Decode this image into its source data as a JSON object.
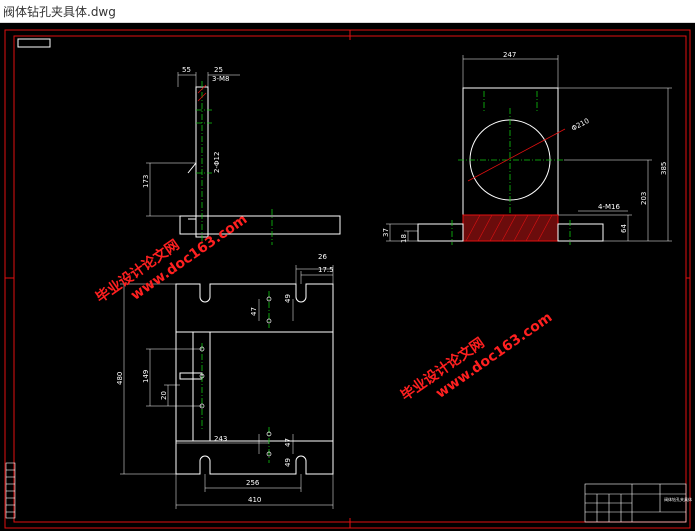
{
  "window": {
    "title": "阀体钻孔夹具体.dwg"
  },
  "colors": {
    "background": "#000000",
    "frame": "#e01010",
    "outline": "#ffffff",
    "center": "#10c810",
    "hatch": "#e01010",
    "dimension": "#ffffff",
    "watermark": "#ff2020"
  },
  "side_view": {
    "dims": {
      "width_55": "55",
      "width_25": "25",
      "thread": "3-M8",
      "hole": "2-Φ12",
      "height": "173"
    }
  },
  "front_view": {
    "dims": {
      "width": "247",
      "bore": "Φ210",
      "height_total": "385",
      "height_center": "203",
      "base": "64",
      "thread": "4-M16",
      "left_37": "37",
      "left_18": "18"
    }
  },
  "plan_view": {
    "dims": {
      "top_26": "26",
      "top_17": "17.5",
      "slot_49_top": "49",
      "slot_47_top": "47",
      "height": "480",
      "inner_149": "149",
      "inner_20": "20",
      "width_243": "243",
      "slot_47_bottom": "47",
      "slot_49_bottom": "49",
      "width_256": "256",
      "width_410": "410"
    }
  },
  "watermarks": [
    {
      "line1": "毕业设计论文网",
      "line2": "www.doc163.com"
    },
    {
      "line1": "毕业设计论文网",
      "line2": "www.doc163.com"
    }
  ],
  "title_block": {
    "label": "阀体钻孔夹具体"
  }
}
